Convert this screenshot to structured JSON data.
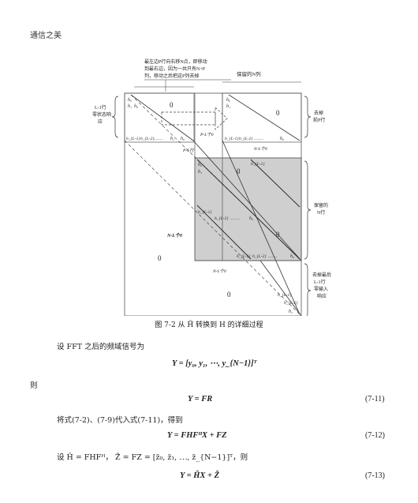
{
  "header": "通信之美",
  "figure": {
    "top_note": [
      "最左边P行向右移N点，即移动",
      "到最右边，因为一共只有N+P",
      "列，移动之后把这P列去掉"
    ],
    "kept_columns": "保留的N列",
    "left_note": [
      "L-1行",
      "零状态响",
      "应"
    ],
    "remove_first": [
      "去掉",
      "前P行"
    ],
    "kept_rows": [
      "保留的",
      "N行"
    ],
    "remove_last": [
      "去掉最后",
      "L-1行",
      "零输入",
      "响应"
    ],
    "label_p_l": "P-L个0",
    "label_p_l_rows": "P-L行",
    "label_n_l_zero_top": "N-L个0",
    "label_n_l_zero_left": "N-L个0",
    "label_n_l_zero_bottom": "N-L个0",
    "zero": "0",
    "h0": "h₀",
    "h1": "h₁",
    "hL1": "h_{L-1}",
    "hL2": "h_{L-2}",
    "dots": "……"
  },
  "caption": "图 7-2  从 H̃ 转换到 H 的详细过程",
  "para1": "设 FFT 之后的频域信号为",
  "eq1": "Y = [y₀, y₁, ⋯, y_{N−1}]ᵀ",
  "para2": "则",
  "eq2": "Y = FR",
  "eq2_num": "(7-11)",
  "para3": "将式(7-2)、(7-9)代入式(7-11)，得到",
  "eq3": "Y = FHFᴴX + FZ",
  "eq3_num": "(7-12)",
  "para4": "设 Ĥ = FHFᴴ，  Z̃ = FZ = [z̃₀, z̃₁, ⋯, z̃_{N−1}]ᵀ，则",
  "eq4": "Y = ĤX + Z̃",
  "eq4_num": "(7-13)"
}
